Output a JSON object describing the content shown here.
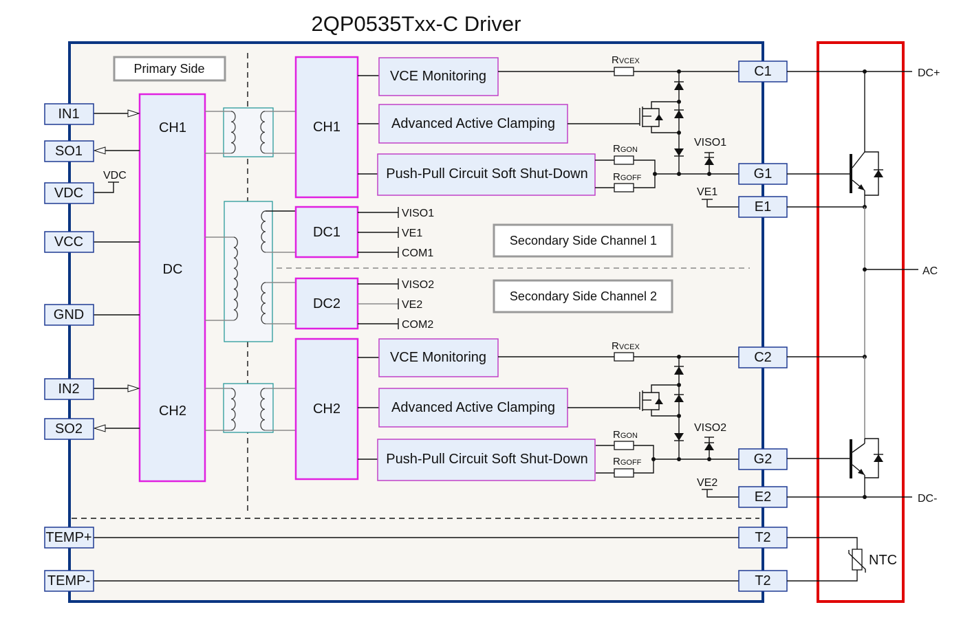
{
  "title": "2QP0535Txx-C Driver",
  "colors": {
    "driver_border": "#0a3582",
    "driver_fill": "#f8f6f2",
    "block_border": "#e020e0",
    "block_fill": "#e6eefa",
    "power_module_border": "#e00000",
    "transformer_border": "#2a9a9a"
  },
  "labels": {
    "primary_side": "Primary Side",
    "secondary_ch1": "Secondary Side Channel 1",
    "secondary_ch2": "Secondary Side Channel 2"
  },
  "left_pins": [
    "IN1",
    "SO1",
    "VDC",
    "VCC",
    "GND",
    "IN2",
    "SO2",
    "TEMP+",
    "TEMP-"
  ],
  "vdc_supply_label": "VDC",
  "primary_block": {
    "ch1": "CH1",
    "dc": "DC",
    "ch2": "CH2"
  },
  "secondary_blocks": {
    "ch1": "CH1",
    "dc1": "DC1",
    "dc2": "DC2",
    "ch2": "CH2"
  },
  "dc_outputs": {
    "dc1": [
      "VISO1",
      "VE1",
      "COM1"
    ],
    "dc2": [
      "VISO2",
      "VE2",
      "COM2"
    ]
  },
  "function_blocks": {
    "vce_monitoring": "VCE Monitoring",
    "active_clamping": "Advanced Active Clamping",
    "push_pull": "Push-Pull Circuit Soft Shut-Down"
  },
  "resistors": {
    "rvcex": {
      "main": "R",
      "sub": "VCEX"
    },
    "rgon": {
      "main": "R",
      "sub": "GON"
    },
    "rgoff": {
      "main": "R",
      "sub": "GOFF"
    }
  },
  "ch1_labels": {
    "viso": "VISO1",
    "ve": "VE1"
  },
  "ch2_labels": {
    "viso": "VISO2",
    "ve": "VE2"
  },
  "right_pins": [
    "C1",
    "G1",
    "E1",
    "C2",
    "G2",
    "E2",
    "T2",
    "T2"
  ],
  "power_module": {
    "dc_plus": "DC+",
    "ac": "AC",
    "dc_minus": "DC-",
    "ntc": "NTC"
  }
}
